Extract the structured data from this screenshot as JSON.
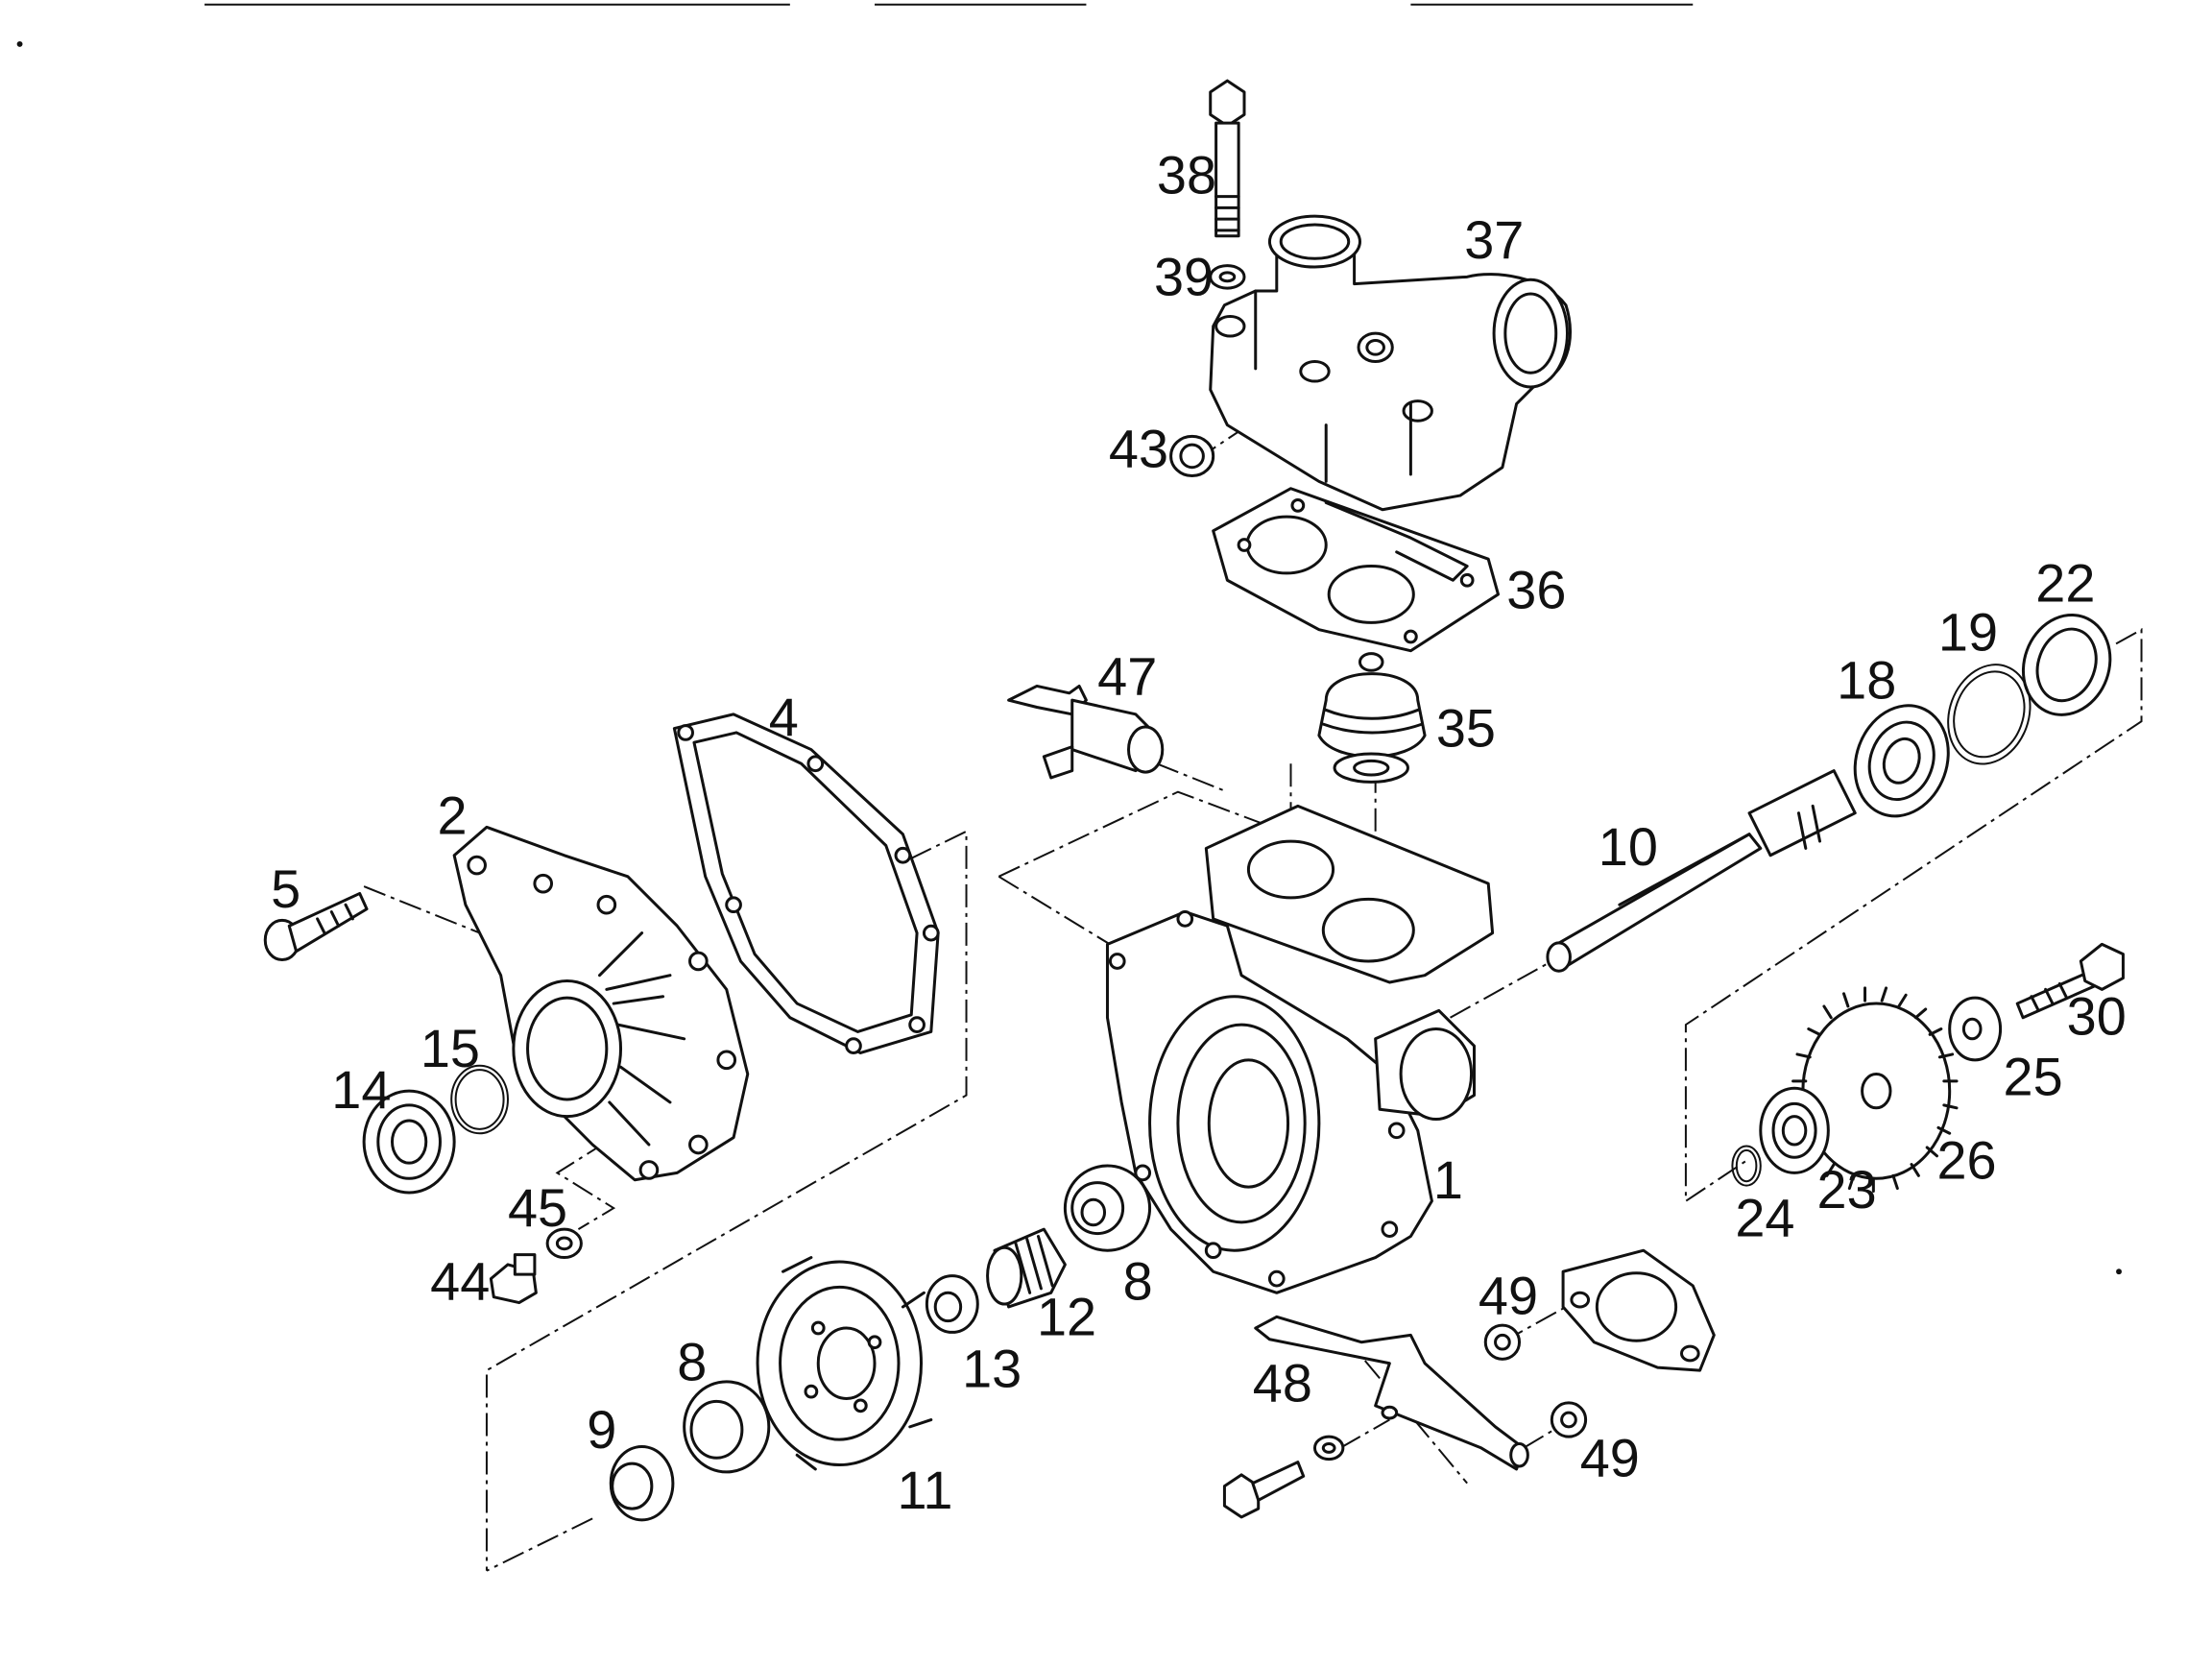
{
  "callouts": [
    {
      "id": "l38",
      "text": "38"
    },
    {
      "id": "l37",
      "text": "37"
    },
    {
      "id": "l39",
      "text": "39"
    },
    {
      "id": "l43",
      "text": "43"
    },
    {
      "id": "l36",
      "text": "36"
    },
    {
      "id": "l22",
      "text": "22"
    },
    {
      "id": "l19",
      "text": "19"
    },
    {
      "id": "l18",
      "text": "18"
    },
    {
      "id": "l47",
      "text": "47"
    },
    {
      "id": "l35",
      "text": "35"
    },
    {
      "id": "l4",
      "text": "4"
    },
    {
      "id": "l2",
      "text": "2"
    },
    {
      "id": "l5",
      "text": "5"
    },
    {
      "id": "l10",
      "text": "10"
    },
    {
      "id": "l30",
      "text": "30"
    },
    {
      "id": "l25",
      "text": "25"
    },
    {
      "id": "l15",
      "text": "15"
    },
    {
      "id": "l14",
      "text": "14"
    },
    {
      "id": "l26",
      "text": "26"
    },
    {
      "id": "l1",
      "text": "1"
    },
    {
      "id": "l23",
      "text": "23"
    },
    {
      "id": "l24",
      "text": "24"
    },
    {
      "id": "l45",
      "text": "45"
    },
    {
      "id": "l44",
      "text": "44"
    },
    {
      "id": "l8a",
      "text": "8"
    },
    {
      "id": "l12",
      "text": "12"
    },
    {
      "id": "l49a",
      "text": "49"
    },
    {
      "id": "l13",
      "text": "13"
    },
    {
      "id": "l8b",
      "text": "8"
    },
    {
      "id": "l48",
      "text": "48"
    },
    {
      "id": "l9",
      "text": "9"
    },
    {
      "id": "l49b",
      "text": "49"
    },
    {
      "id": "l11",
      "text": "11"
    }
  ]
}
